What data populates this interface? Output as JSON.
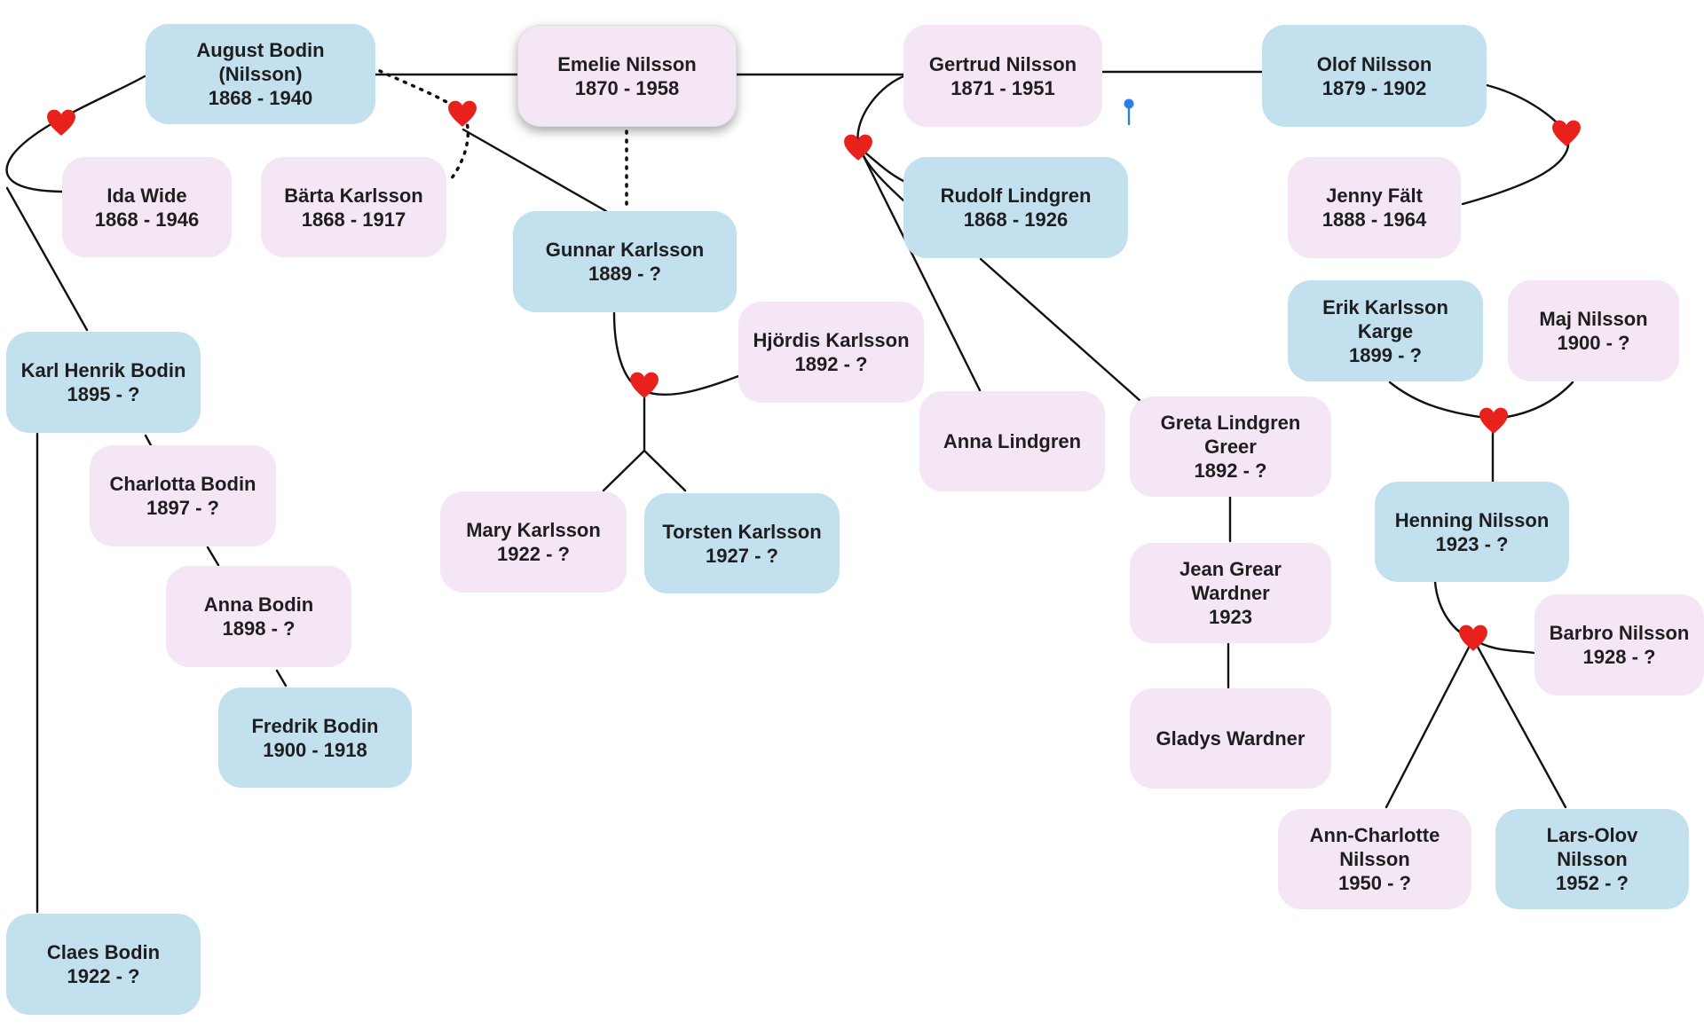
{
  "colors": {
    "male": "#c3e0ef",
    "female": "#f5e6f5",
    "heart": "#e8211d",
    "line": "#111111",
    "pin": "#2d7fe6"
  },
  "people": [
    {
      "id": "august",
      "gender": "male",
      "lines": [
        "August Bodin",
        "(Nilsson)"
      ],
      "years": "1868 - 1940"
    },
    {
      "id": "emelie",
      "gender": "female",
      "lines": [
        "Emelie Nilsson"
      ],
      "years": "1870 - 1958",
      "selected": true
    },
    {
      "id": "gertrud",
      "gender": "female",
      "lines": [
        "Gertrud Nilsson"
      ],
      "years": "1871 - 1951"
    },
    {
      "id": "olof",
      "gender": "male",
      "lines": [
        "Olof Nilsson"
      ],
      "years": "1879 - 1902"
    },
    {
      "id": "ida",
      "gender": "female",
      "lines": [
        "Ida Wide"
      ],
      "years": "1868 - 1946"
    },
    {
      "id": "barta",
      "gender": "female",
      "lines": [
        "Bärta Karlsson"
      ],
      "years": "1868 - 1917"
    },
    {
      "id": "gunnar",
      "gender": "male",
      "lines": [
        "Gunnar Karlsson"
      ],
      "years": "1889 - ?"
    },
    {
      "id": "rudolf",
      "gender": "male",
      "lines": [
        "Rudolf Lindgren"
      ],
      "years": "1868 - 1926"
    },
    {
      "id": "jenny",
      "gender": "female",
      "lines": [
        "Jenny Fält"
      ],
      "years": "1888 - 1964"
    },
    {
      "id": "erik",
      "gender": "male",
      "lines": [
        "Erik Karlsson",
        "Karge"
      ],
      "years": "1899 - ?"
    },
    {
      "id": "maj",
      "gender": "female",
      "lines": [
        "Maj Nilsson"
      ],
      "years": "1900 - ?"
    },
    {
      "id": "hjordis",
      "gender": "female",
      "lines": [
        "Hjördis Karlsson"
      ],
      "years": "1892 - ?"
    },
    {
      "id": "karlhenrik",
      "gender": "male",
      "lines": [
        "Karl Henrik Bodin"
      ],
      "years": "1895 - ?"
    },
    {
      "id": "anna_lindgren",
      "gender": "female",
      "lines": [
        "Anna Lindgren"
      ],
      "years": ""
    },
    {
      "id": "greta",
      "gender": "female",
      "lines": [
        "Greta Lindgren",
        "Greer"
      ],
      "years": "1892 - ?"
    },
    {
      "id": "charlotta",
      "gender": "female",
      "lines": [
        "Charlotta Bodin"
      ],
      "years": "1897 - ?"
    },
    {
      "id": "henning",
      "gender": "male",
      "lines": [
        "Henning Nilsson"
      ],
      "years": "1923 - ?"
    },
    {
      "id": "mary",
      "gender": "female",
      "lines": [
        "Mary Karlsson"
      ],
      "years": "1922 - ?"
    },
    {
      "id": "torsten",
      "gender": "male",
      "lines": [
        "Torsten Karlsson"
      ],
      "years": "1927 - ?"
    },
    {
      "id": "jean",
      "gender": "female",
      "lines": [
        "Jean Grear",
        "Wardner"
      ],
      "years": "1923"
    },
    {
      "id": "anna_bodin",
      "gender": "female",
      "lines": [
        "Anna Bodin"
      ],
      "years": "1898 - ?"
    },
    {
      "id": "barbro",
      "gender": "female",
      "lines": [
        "Barbro Nilsson"
      ],
      "years": "1928 - ?"
    },
    {
      "id": "fredrik",
      "gender": "male",
      "lines": [
        "Fredrik Bodin"
      ],
      "years": "1900 - 1918"
    },
    {
      "id": "gladys",
      "gender": "female",
      "lines": [
        "Gladys Wardner"
      ],
      "years": ""
    },
    {
      "id": "anncharlotte",
      "gender": "female",
      "lines": [
        "Ann-Charlotte",
        "Nilsson"
      ],
      "years": "1950 - ?"
    },
    {
      "id": "larsolov",
      "gender": "male",
      "lines": [
        "Lars-Olov",
        "Nilsson"
      ],
      "years": "1952 - ?"
    },
    {
      "id": "claes",
      "gender": "male",
      "lines": [
        "Claes Bodin"
      ],
      "years": "1922 - ?"
    }
  ],
  "marriages": [
    {
      "id": "m-august-ida"
    },
    {
      "id": "m-august-barta"
    },
    {
      "id": "m-gertrud-rudolf"
    },
    {
      "id": "m-olof-jenny"
    },
    {
      "id": "m-gunnar-hjordis"
    },
    {
      "id": "m-erik-maj"
    },
    {
      "id": "m-henning-barbro"
    }
  ]
}
